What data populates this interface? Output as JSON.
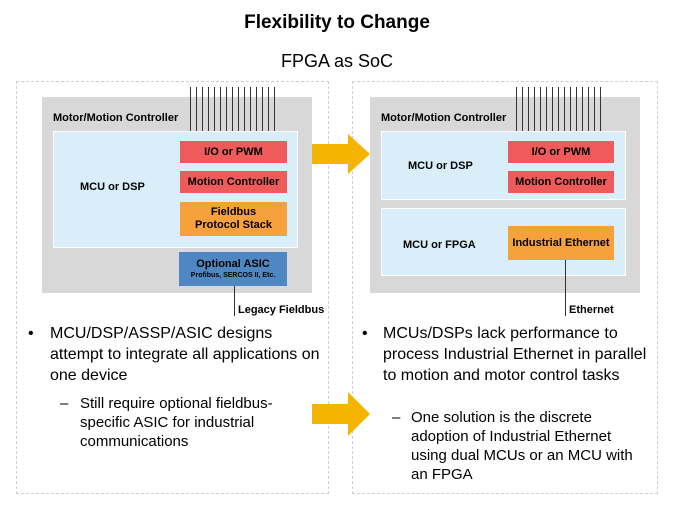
{
  "title": "Flexibility to Change",
  "subtitle": "FPGA as SoC",
  "left_diagram": {
    "header": "Motor/Motion Controller",
    "mcu_label": "MCU or DSP",
    "io_box": "I/O or PWM",
    "motion_box": "Motion Controller",
    "fieldbus_box_line1": "Fieldbus",
    "fieldbus_box_line2": "Protocol Stack",
    "asic_title": "Optional ASIC",
    "asic_sub": "Profibus, SERCOS II, Etc.",
    "bus_label": "Legacy Fieldbus"
  },
  "right_diagram": {
    "header": "Motor/Motion Controller",
    "mcu_label": "MCU or DSP",
    "io_box": "I/O or PWM",
    "motion_box": "Motion Controller",
    "fpga_label": "MCU or FPGA",
    "ethernet_box": "Industrial Ethernet",
    "bus_label": "Ethernet"
  },
  "left_text": {
    "bullet": "MCU/DSP/ASSP/ASIC designs attempt to integrate all applications on one device",
    "sub": "Still require optional fieldbus-specific ASIC for industrial communications"
  },
  "right_text": {
    "bullet": "MCUs/DSPs lack performance to process Industrial Ethernet in parallel to motion and motor control tasks",
    "sub": "One solution is the discrete adoption of Industrial Ethernet using dual MCUs or an MCU with an FPGA"
  },
  "colors": {
    "grey_bg": "#d8d8d8",
    "light_blue": "#d9eef8",
    "red_box": "#ef5b5b",
    "orange_box": "#f7a13c",
    "blue_box": "#4f87c2",
    "arrow": "#f5b400"
  }
}
